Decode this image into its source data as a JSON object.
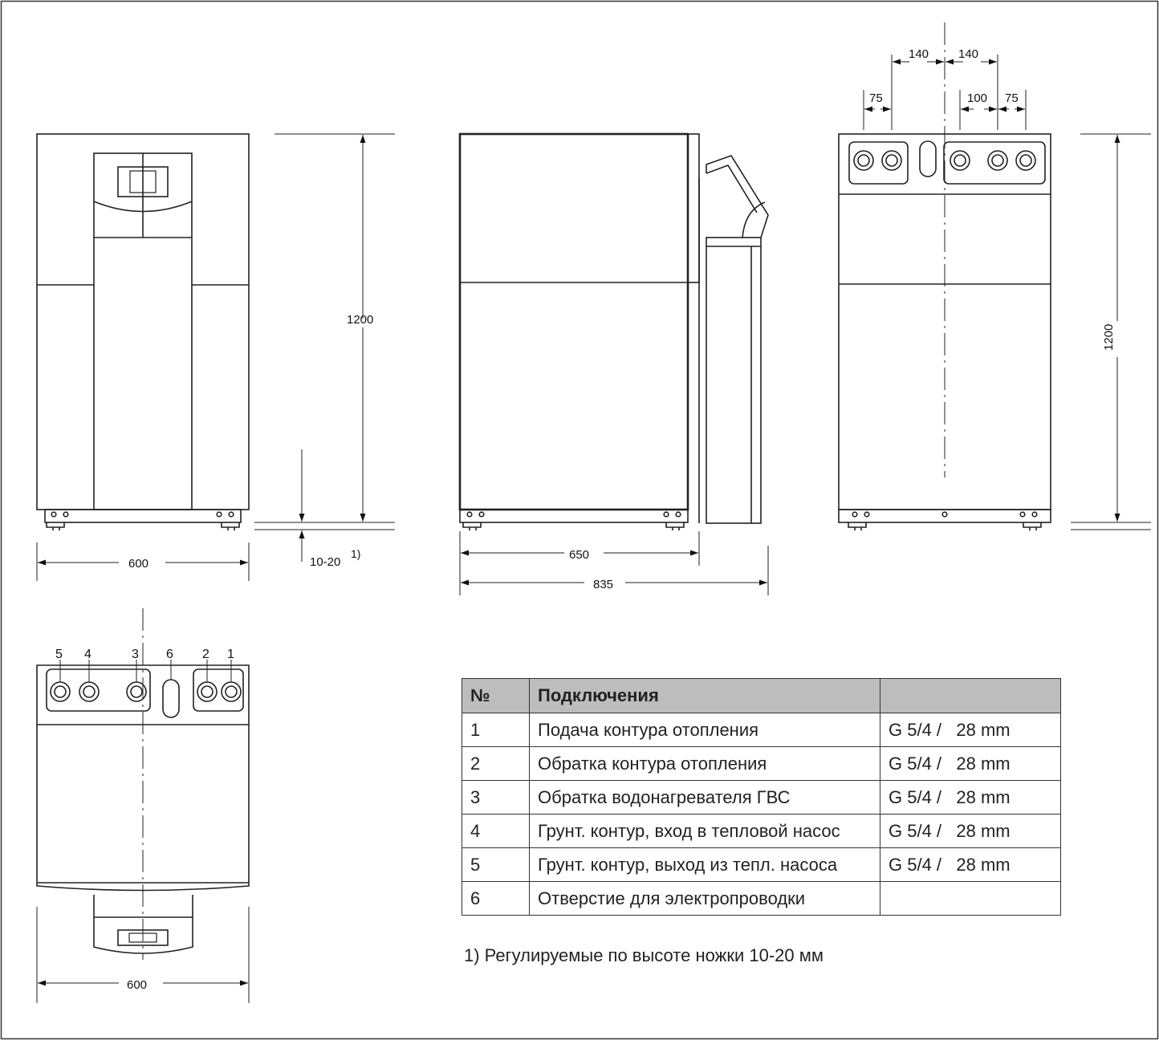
{
  "drawing": {
    "front_view": {
      "height_label": "1200",
      "width_label": "600",
      "feet_label": "10-20",
      "feet_note": "1)"
    },
    "side_view": {
      "depth_label": "650",
      "total_depth_label": "835"
    },
    "rear_view": {
      "height_label": "1200",
      "spacing_top_left": "140",
      "spacing_top_right": "140",
      "spacing_left": "75",
      "spacing_mid": "100",
      "spacing_right": "75"
    },
    "top_view": {
      "width_label": "600",
      "connection_numbers": [
        "5",
        "4",
        "3",
        "6",
        "2",
        "1"
      ]
    }
  },
  "table": {
    "headers": [
      "№",
      "Подключения",
      ""
    ],
    "rows": [
      {
        "no": "1",
        "name": "Подача контура отопления",
        "spec": "G 5/4 /   28 mm"
      },
      {
        "no": "2",
        "name": "Обратка контура отопления",
        "spec": "G 5/4 /   28 mm"
      },
      {
        "no": "3",
        "name": "Обратка водонагревателя ГВС",
        "spec": "G 5/4 /   28 mm"
      },
      {
        "no": "4",
        "name": "Грунт. контур, вход в тепловой насос",
        "spec": "G 5/4 /   28 mm"
      },
      {
        "no": "5",
        "name": "Грунт. контур, выход из тепл. насоса",
        "spec": "G 5/4 /   28 mm"
      },
      {
        "no": "6",
        "name": "Отверстие для электропроводки",
        "spec": ""
      }
    ]
  },
  "footnote": "1) Регулируемые по высоте ножки 10-20 мм"
}
